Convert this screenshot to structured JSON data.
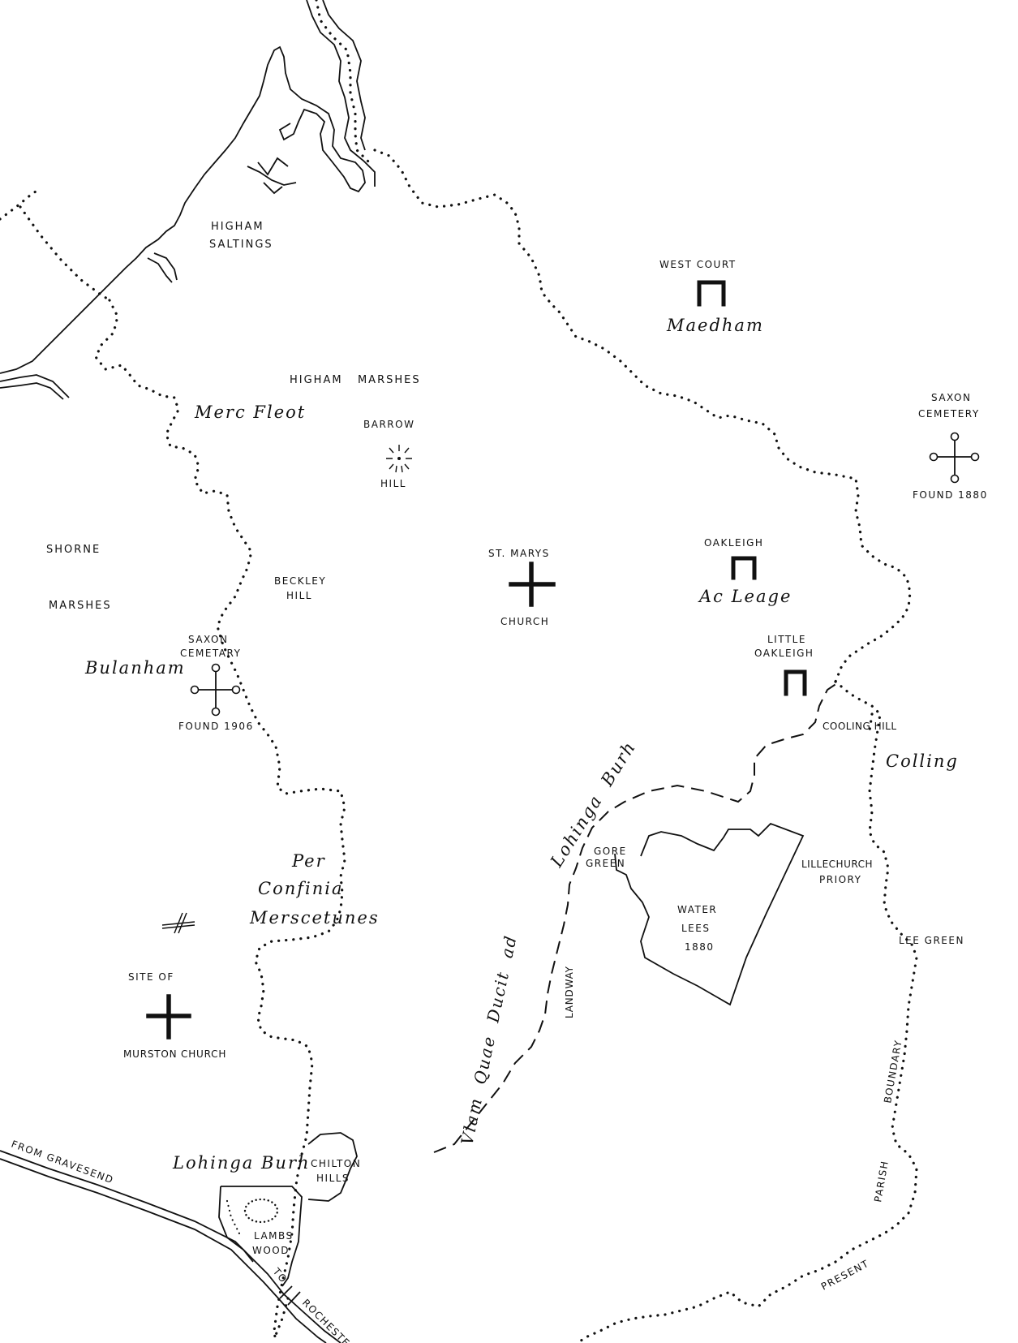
{
  "map": {
    "labels": {
      "higham_saltings_1": "HIGHAM",
      "higham_saltings_2": "SALTINGS",
      "higham_marshes": "HIGHAM   MARSHES",
      "merc_fleot": "Merc Fleot",
      "barrow": "BARROW",
      "hill": "HILL",
      "west_court": "WEST COURT",
      "maedham": "Maedham",
      "saxon_cemetery_east_1": "SAXON",
      "saxon_cemetery_east_2": "CEMETERY",
      "found_1880": "FOUND 1880",
      "shorne": "SHORNE",
      "marshes": "MARSHES",
      "beckley_1": "BECKLEY",
      "beckley_2": "HILL",
      "st_marys": "ST. MARYS",
      "church": "CHURCH",
      "oakleigh": "OAKLEIGH",
      "ac_leage": "Ac Leage",
      "saxon_cemetery_west_1": "SAXON",
      "saxon_cemetery_west_2": "CEMETARY",
      "bulanham": "Bulanham",
      "found_1906": "FOUND 1906",
      "little_oakleigh_1": "LITTLE",
      "little_oakleigh_2": "OAKLEIGH",
      "cooling_hill": "COOLING HILL",
      "colling": "Colling",
      "lohinga_burh_upper": "Lohinga  Burh",
      "per": "Per",
      "confinia": "Confinia",
      "merscetunes": "Merscetunes",
      "gore_green_1": "GORE",
      "gore_green_2": "GREEN",
      "water_lees_1": "WATER",
      "water_lees_2": "LEES",
      "water_lees_3": "1880",
      "lillechurch_1": "LILLECHURCH",
      "lillechurch_2": "PRIORY",
      "lee_green": "LEE GREEN",
      "site_of": "SITE OF",
      "murston_church": "MURSTON CHURCH",
      "landway": "LANDWAY",
      "vlam_quae": "Vlam  Quae  Ducit  ad",
      "from_gravesend": "FROM GRAVESEND",
      "lohinga_burh_lower": "Lohinga Burh",
      "chilton_1": "CHILTON",
      "chilton_2": "HILLS",
      "lambs_1": "LAMBS",
      "lambs_2": "WOOD",
      "to": "TO",
      "rochester": "ROCHESTER",
      "parish": "PARISH",
      "boundary": "BOUNDARY",
      "present": "PRESENT"
    }
  }
}
